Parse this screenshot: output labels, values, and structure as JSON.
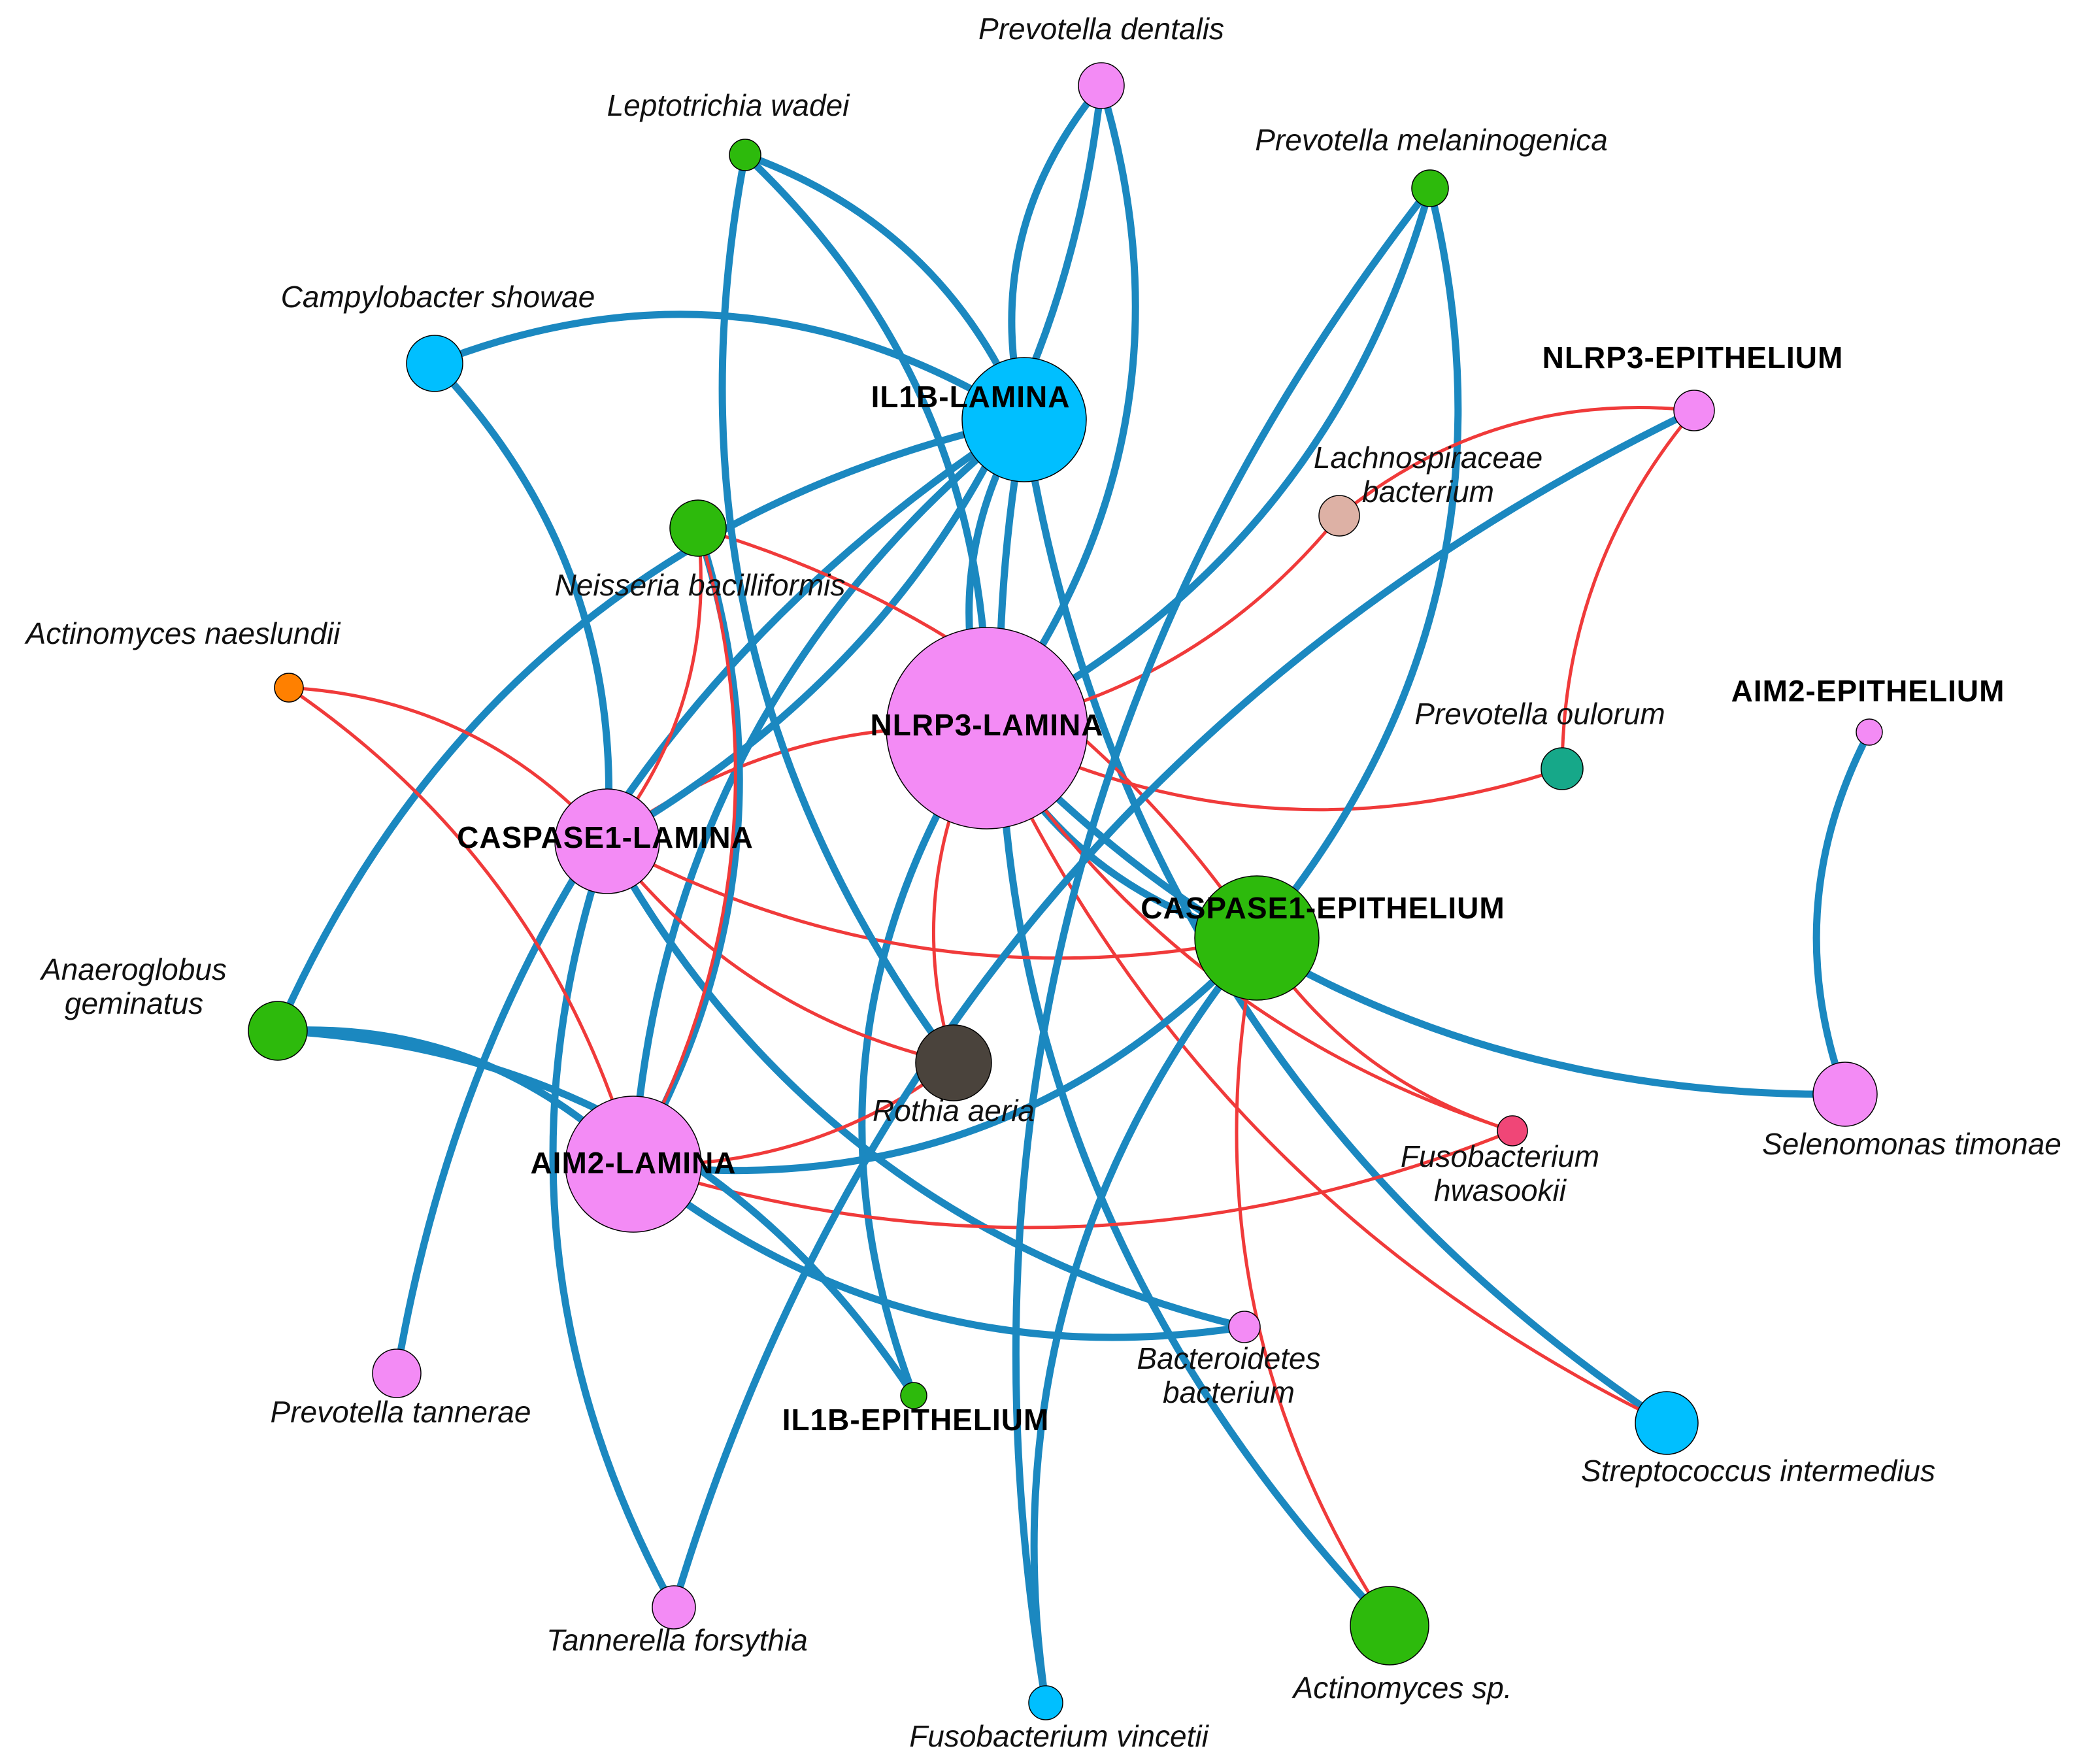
{
  "colors": {
    "positive_edge": "#1B88C0",
    "negative_edge": "#F03A3A",
    "pink": "#F38BF5",
    "green": "#2DBA0C",
    "cyan": "#00BFFF",
    "orange": "#FF8000",
    "teal": "#16A889",
    "rosy": "#DDB1A5",
    "crimson": "#F04677",
    "dark": "#4A433C"
  },
  "nodes": [
    {
      "id": "il1b_lamina",
      "label": "IL1B-LAMINA",
      "color": "cyan",
      "style": "bold"
    },
    {
      "id": "nlrp3_lamina",
      "label": "NLRP3-LAMINA",
      "color": "pink",
      "style": "bold"
    },
    {
      "id": "caspase1_lamina",
      "label": "CASPASE1-LAMINA",
      "color": "pink",
      "style": "bold"
    },
    {
      "id": "aim2_lamina",
      "label": "AIM2-LAMINA",
      "color": "pink",
      "style": "bold"
    },
    {
      "id": "caspase1_epithelium",
      "label": "CASPASE1-EPITHELIUM",
      "color": "green",
      "style": "bold"
    },
    {
      "id": "nlrp3_epithelium",
      "label": "NLRP3-EPITHELIUM",
      "color": "pink",
      "style": "bold"
    },
    {
      "id": "aim2_epithelium",
      "label": "AIM2-EPITHELIUM",
      "color": "pink",
      "style": "bold"
    },
    {
      "id": "il1b_epithelium",
      "label": "IL1B-EPITHELIUM",
      "color": "green",
      "style": "bold"
    },
    {
      "id": "prevotella_dentalis",
      "label": "Prevotella dentalis",
      "color": "pink",
      "style": "italic"
    },
    {
      "id": "leptotrichia_wadei",
      "label": "Leptotrichia wadei",
      "color": "green",
      "style": "italic"
    },
    {
      "id": "prevotella_melaninogenica",
      "label": "Prevotella melaninogenica",
      "color": "green",
      "style": "italic"
    },
    {
      "id": "campylobacter_showae",
      "label": "Campylobacter showae",
      "color": "cyan",
      "style": "italic"
    },
    {
      "id": "lachnospiraceae_bacterium",
      "label": [
        "Lachnospiraceae",
        "bacterium"
      ],
      "color": "rosy",
      "style": "italic"
    },
    {
      "id": "neisseria_bacilliformis",
      "label": "Neisseria bacilliformis",
      "color": "green",
      "style": "italic"
    },
    {
      "id": "actinomyces_naeslundii",
      "label": "Actinomyces naeslundii",
      "color": "orange",
      "style": "italic"
    },
    {
      "id": "prevotella_oulorum",
      "label": "Prevotella oulorum",
      "color": "teal",
      "style": "italic"
    },
    {
      "id": "anaeroglobus_geminatus",
      "label": [
        "Anaeroglobus",
        "geminatus"
      ],
      "color": "green",
      "style": "italic"
    },
    {
      "id": "rothia_aeria",
      "label": "Rothia aeria",
      "color": "dark",
      "style": "italic"
    },
    {
      "id": "fusobacterium_hwasookii",
      "label": [
        "Fusobacterium",
        "hwasookii"
      ],
      "color": "crimson",
      "style": "italic"
    },
    {
      "id": "selenomonas_timonae",
      "label": "Selenomonas timonae",
      "color": "pink",
      "style": "italic"
    },
    {
      "id": "bacteroidetes_bacterium",
      "label": [
        "Bacteroidetes",
        "bacterium"
      ],
      "color": "pink",
      "style": "italic"
    },
    {
      "id": "prevotella_tannerae",
      "label": "Prevotella tannerae",
      "color": "pink",
      "style": "italic"
    },
    {
      "id": "streptococcus_intermedius",
      "label": "Streptococcus intermedius",
      "color": "cyan",
      "style": "italic"
    },
    {
      "id": "tannerella_forsythia",
      "label": "Tannerella forsythia",
      "color": "pink",
      "style": "italic"
    },
    {
      "id": "actinomyces_sp",
      "label": "Actinomyces sp.",
      "color": "green",
      "style": "italic"
    },
    {
      "id": "fusobacterium_vincetii",
      "label": "Fusobacterium vincetii",
      "color": "cyan",
      "style": "italic"
    }
  ],
  "edges": [
    {
      "source": "il1b_lamina",
      "target": "campylobacter_showae",
      "sign": "positive"
    },
    {
      "source": "il1b_lamina",
      "target": "leptotrichia_wadei",
      "sign": "positive"
    },
    {
      "source": "il1b_lamina",
      "target": "aim2_lamina",
      "sign": "positive"
    },
    {
      "source": "il1b_lamina",
      "target": "anaeroglobus_geminatus",
      "sign": "positive"
    },
    {
      "source": "il1b_lamina",
      "target": "prevotella_tannerae",
      "sign": "positive"
    },
    {
      "source": "il1b_lamina",
      "target": "nlrp3_lamina",
      "sign": "positive"
    },
    {
      "source": "il1b_lamina",
      "target": "actinomyces_sp",
      "sign": "positive"
    },
    {
      "source": "il1b_lamina",
      "target": "streptococcus_intermedius",
      "sign": "positive"
    },
    {
      "source": "nlrp3_lamina",
      "target": "leptotrichia_wadei",
      "sign": "positive"
    },
    {
      "source": "nlrp3_lamina",
      "target": "prevotella_dentalis",
      "sign": "positive"
    },
    {
      "source": "nlrp3_lamina",
      "target": "prevotella_melaninogenica",
      "sign": "positive"
    },
    {
      "source": "nlrp3_lamina",
      "target": "selenomonas_timonae",
      "sign": "positive"
    },
    {
      "source": "nlrp3_lamina",
      "target": "il1b_epithelium",
      "sign": "positive"
    },
    {
      "source": "nlrp3_lamina",
      "target": "caspase1_epithelium",
      "sign": "positive"
    },
    {
      "source": "nlrp3_lamina",
      "target": "lachnospiraceae_bacterium",
      "sign": "negative"
    },
    {
      "source": "nlrp3_lamina",
      "target": "prevotella_oulorum",
      "sign": "negative"
    },
    {
      "source": "nlrp3_lamina",
      "target": "fusobacterium_hwasookii",
      "sign": "negative"
    },
    {
      "source": "nlrp3_lamina",
      "target": "streptococcus_intermedius",
      "sign": "negative"
    },
    {
      "source": "nlrp3_lamina",
      "target": "rothia_aeria",
      "sign": "negative"
    },
    {
      "source": "nlrp3_lamina",
      "target": "caspase1_lamina",
      "sign": "negative"
    },
    {
      "source": "caspase1_lamina",
      "target": "campylobacter_showae",
      "sign": "positive"
    },
    {
      "source": "caspase1_lamina",
      "target": "prevotella_dentalis",
      "sign": "positive"
    },
    {
      "source": "caspase1_lamina",
      "target": "tannerella_forsythia",
      "sign": "positive"
    },
    {
      "source": "caspase1_lamina",
      "target": "bacteroidetes_bacterium",
      "sign": "positive"
    },
    {
      "source": "caspase1_lamina",
      "target": "actinomyces_naeslundii",
      "sign": "negative"
    },
    {
      "source": "caspase1_lamina",
      "target": "caspase1_epithelium",
      "sign": "negative"
    },
    {
      "source": "caspase1_lamina",
      "target": "rothia_aeria",
      "sign": "negative"
    },
    {
      "source": "caspase1_lamina",
      "target": "neisseria_bacilliformis",
      "sign": "negative"
    },
    {
      "source": "aim2_lamina",
      "target": "neisseria_bacilliformis",
      "sign": "positive"
    },
    {
      "source": "aim2_lamina",
      "target": "anaeroglobus_geminatus",
      "sign": "positive"
    },
    {
      "source": "aim2_lamina",
      "target": "caspase1_epithelium",
      "sign": "positive"
    },
    {
      "source": "aim2_lamina",
      "target": "bacteroidetes_bacterium",
      "sign": "positive"
    },
    {
      "source": "aim2_lamina",
      "target": "actinomyces_naeslundii",
      "sign": "negative"
    },
    {
      "source": "aim2_lamina",
      "target": "neisseria_bacilliformis",
      "sign": "negative"
    },
    {
      "source": "aim2_lamina",
      "target": "fusobacterium_hwasookii",
      "sign": "negative"
    },
    {
      "source": "aim2_lamina",
      "target": "rothia_aeria",
      "sign": "negative"
    },
    {
      "source": "caspase1_epithelium",
      "target": "prevotella_melaninogenica",
      "sign": "positive"
    },
    {
      "source": "caspase1_epithelium",
      "target": "fusobacterium_vincetii",
      "sign": "positive"
    },
    {
      "source": "caspase1_epithelium",
      "target": "neisseria_bacilliformis",
      "sign": "negative"
    },
    {
      "source": "caspase1_epithelium",
      "target": "actinomyces_sp",
      "sign": "negative"
    },
    {
      "source": "caspase1_epithelium",
      "target": "fusobacterium_hwasookii",
      "sign": "negative"
    },
    {
      "source": "nlrp3_epithelium",
      "target": "tannerella_forsythia",
      "sign": "positive"
    },
    {
      "source": "nlrp3_epithelium",
      "target": "lachnospiraceae_bacterium",
      "sign": "negative"
    },
    {
      "source": "nlrp3_epithelium",
      "target": "prevotella_oulorum",
      "sign": "negative"
    },
    {
      "source": "aim2_epithelium",
      "target": "selenomonas_timonae",
      "sign": "positive"
    },
    {
      "source": "il1b_epithelium",
      "target": "anaeroglobus_geminatus",
      "sign": "positive"
    },
    {
      "source": "prevotella_melaninogenica",
      "target": "fusobacterium_vincetii",
      "sign": "positive"
    },
    {
      "source": "leptotrichia_wadei",
      "target": "rothia_aeria",
      "sign": "positive"
    },
    {
      "source": "prevotella_dentalis",
      "target": "il1b_lamina",
      "sign": "positive"
    }
  ]
}
